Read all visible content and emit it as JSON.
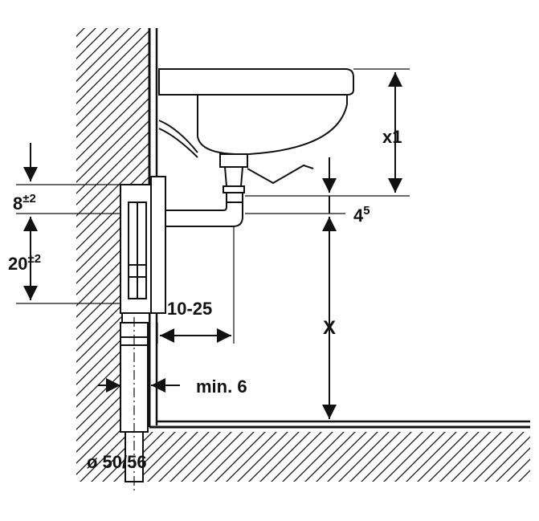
{
  "labels": {
    "x1": "x1",
    "eight": "8",
    "eight_tol": "±2",
    "twenty": "20",
    "twenty_tol": "±2",
    "four": "4",
    "four_sup": "5",
    "ten_25": "10-25",
    "x": "X",
    "min6": "min. 6",
    "diameter": "ø 50/56"
  },
  "colors": {
    "line": "#111111",
    "background": "#ffffff"
  }
}
